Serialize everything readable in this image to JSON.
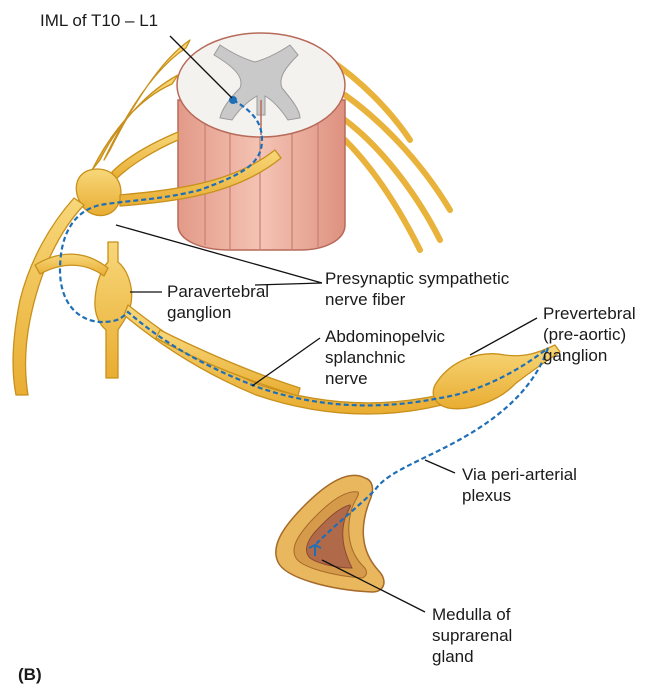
{
  "labels": {
    "iml": "IML of T10 – L1",
    "presynaptic_1": "Presynaptic sympathetic",
    "presynaptic_2": "nerve fiber",
    "paravertebral_1": "Paravertebral",
    "paravertebral_2": "ganglion",
    "abdominopelvic_1": "Abdominopelvic",
    "abdominopelvic_2": "splanchnic",
    "abdominopelvic_3": "nerve",
    "prevertebral_1": "Prevertebral",
    "prevertebral_2": "(pre-aortic)",
    "prevertebral_3": "ganglion",
    "periarterial_1": "Via peri-arterial",
    "periarterial_2": "plexus",
    "medulla_1": "Medulla of",
    "medulla_2": "suprarenal",
    "medulla_3": "gland",
    "panel": "(B)"
  },
  "colors": {
    "nerve": "#f2c04a",
    "nerve_edge": "#c8901c",
    "cord": "#efb2a2",
    "cord_edge": "#b86a5a",
    "white_matter": "#f4f2ee",
    "gray_matter": "#c9c9c9",
    "fiber": "#1f6fb8",
    "gland_cortex": "#e9b75e",
    "gland_medulla": "#b06a4a"
  }
}
